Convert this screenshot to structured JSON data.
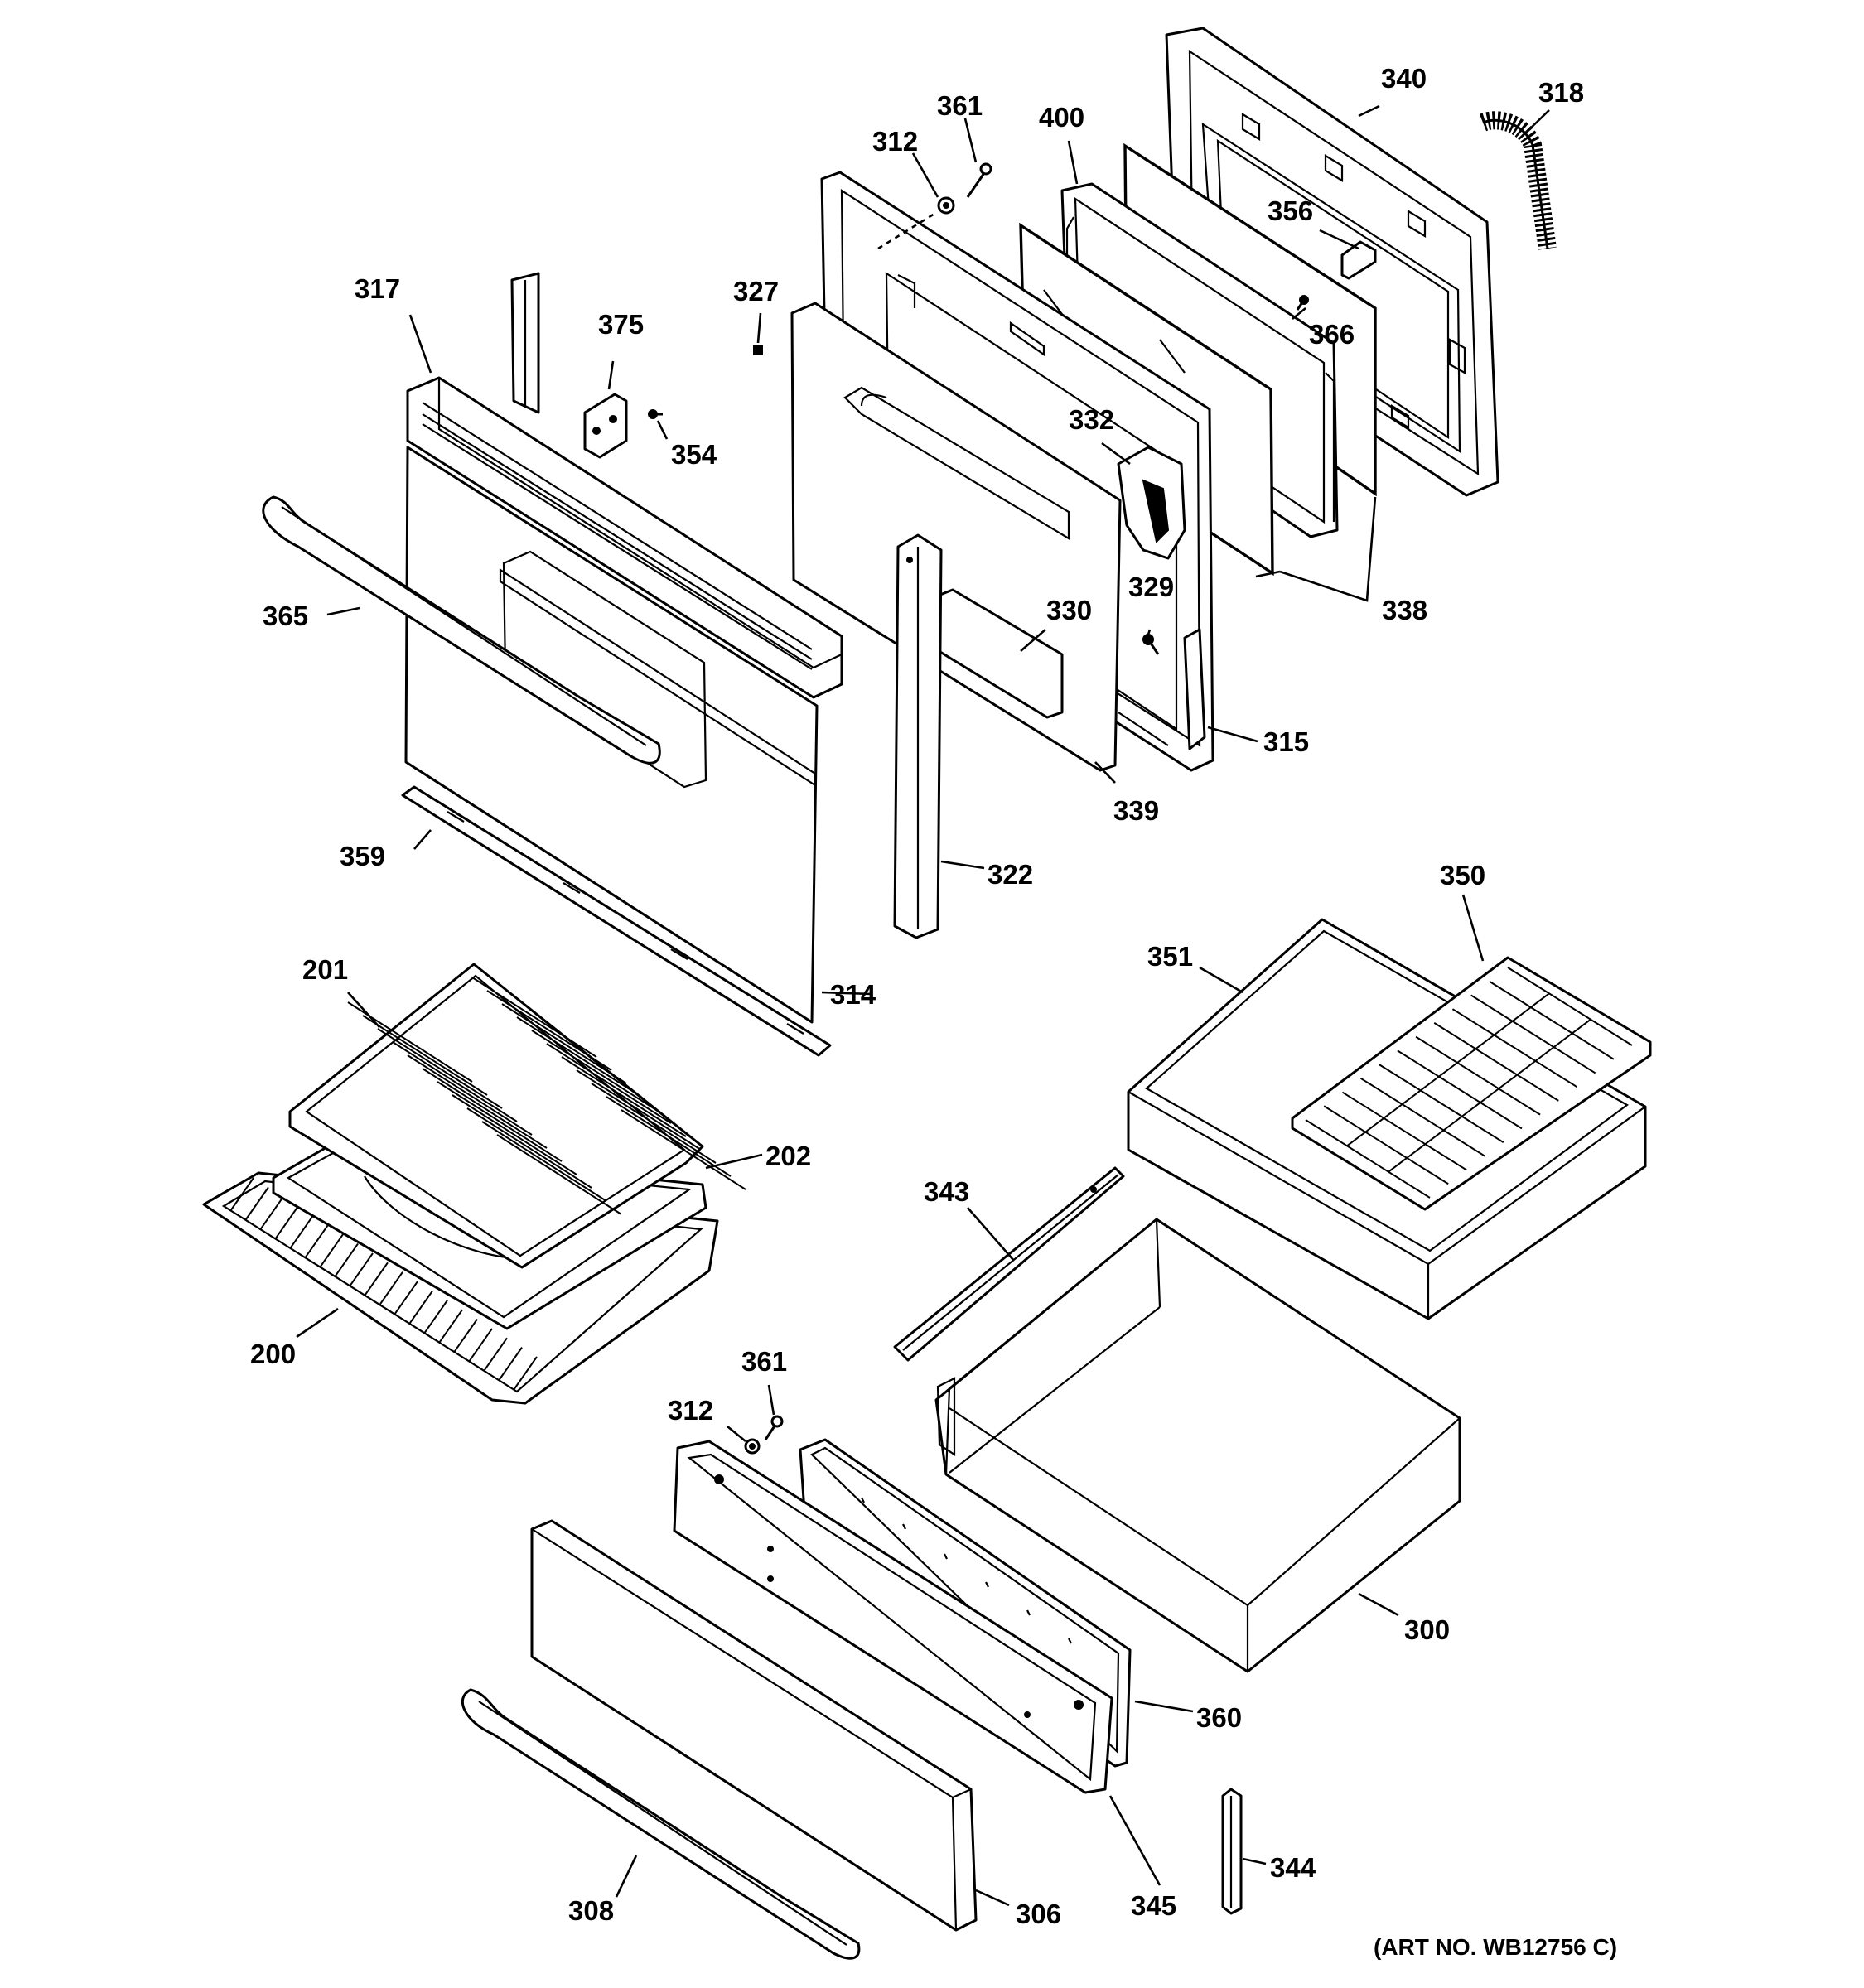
{
  "diagram": {
    "art_number": "(ART NO. WB12756 C)",
    "callouts": {
      "c200": "200",
      "c201": "201",
      "c202": "202",
      "c300": "300",
      "c306": "306",
      "c308": "308",
      "c312a": "312",
      "c312b": "312",
      "c314": "314",
      "c315": "315",
      "c317": "317",
      "c318": "318",
      "c322": "322",
      "c327": "327",
      "c329": "329",
      "c330": "330",
      "c332": "332",
      "c338": "338",
      "c339": "339",
      "c340": "340",
      "c343": "343",
      "c344": "344",
      "c345": "345",
      "c350": "350",
      "c351": "351",
      "c354": "354",
      "c356": "356",
      "c359": "359",
      "c360": "360",
      "c361a": "361",
      "c361b": "361",
      "c365": "365",
      "c366": "366",
      "c375": "375",
      "c400": "400"
    }
  }
}
